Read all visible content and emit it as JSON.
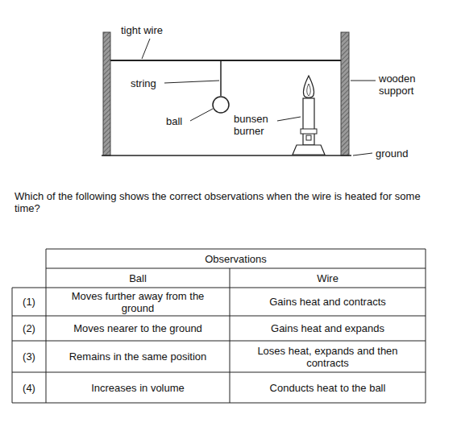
{
  "diagram": {
    "labels": [
      "tight wire",
      "string",
      "ball",
      "bunsen burner",
      "wooden support",
      "ground",
      "Which of the following shows the correct observations when the wire is heated for some time?",
      "Observations",
      "Ball",
      "Wire",
      "(1)",
      "Moves further away from the ground",
      "Gains heat and contracts",
      "(2)",
      "Moves nearer to the ground",
      "Gains heat and expands",
      "(3)",
      "Remains in the same position",
      "Loses heat, expands and then contracts",
      "(4)",
      "Increases in volume",
      "Conducts heat to the ball"
    ]
  }
}
